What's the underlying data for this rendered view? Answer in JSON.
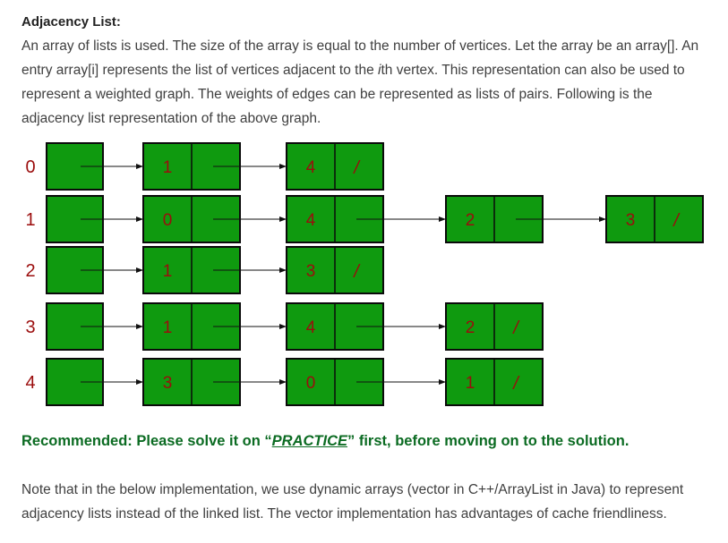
{
  "heading": "Adjacency List:",
  "intro": {
    "part1": "An array of lists is used. The size of the array is equal to the number of vertices. Let the array be an array[]. An entry array[i] represents the list of vertices adjacent to the ",
    "ith": "i",
    "part2": "th vertex. This representation can also be used to represent a weighted graph. The weights of edges can be represented as lists of pairs. Following is the adjacency list representation of the above graph."
  },
  "colors": {
    "cell_fill": "#0f9a0f",
    "cell_border": "#0a0a0a",
    "label": "#9b0d0d",
    "green_text": "#0b6b22"
  },
  "adjacency": [
    {
      "vertex": "0",
      "neighbors": [
        "1",
        "4"
      ]
    },
    {
      "vertex": "1",
      "neighbors": [
        "0",
        "4",
        "2",
        "3"
      ]
    },
    {
      "vertex": "2",
      "neighbors": [
        "1",
        "3"
      ]
    },
    {
      "vertex": "3",
      "neighbors": [
        "1",
        "4",
        "2"
      ]
    },
    {
      "vertex": "4",
      "neighbors": [
        "3",
        "0",
        "1"
      ]
    }
  ],
  "null_marker": "/",
  "recommended": {
    "prefix": "Recommended: Please solve it on “",
    "link": "PRACTICE",
    "suffix": "” first, before moving on to the solution."
  },
  "note": "Note that in the below implementation, we use dynamic arrays (vector in C++/ArrayList in Java) to represent adjacency lists instead of the linked list. The vector implementation has advantages of cache friendliness."
}
